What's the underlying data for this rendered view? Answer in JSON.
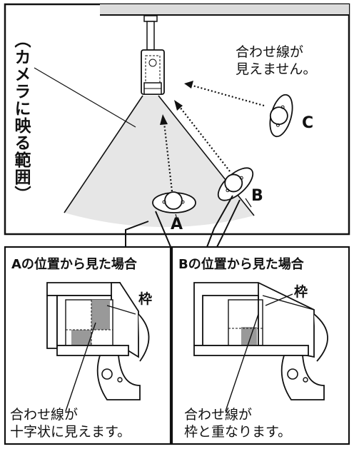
{
  "range_label": "（カメラに映る範囲）",
  "note_c": [
    "合わせ線が",
    "見えません。"
  ],
  "positions": {
    "a": "A",
    "b": "B",
    "c": "C"
  },
  "panel_a": {
    "title": "Aの位置から見た場合",
    "frame_label": "枠",
    "caption": [
      "合わせ線が",
      "十字状に見えます。"
    ]
  },
  "panel_b": {
    "title": "Bの位置から見た場合",
    "frame_label": "枠",
    "caption": [
      "合わせ線が",
      "枠と重なります。"
    ]
  },
  "colors": {
    "line": "#111111",
    "cone": "#e6e6e6",
    "ceiling": "#dcdcdc",
    "marker": "#999999"
  }
}
